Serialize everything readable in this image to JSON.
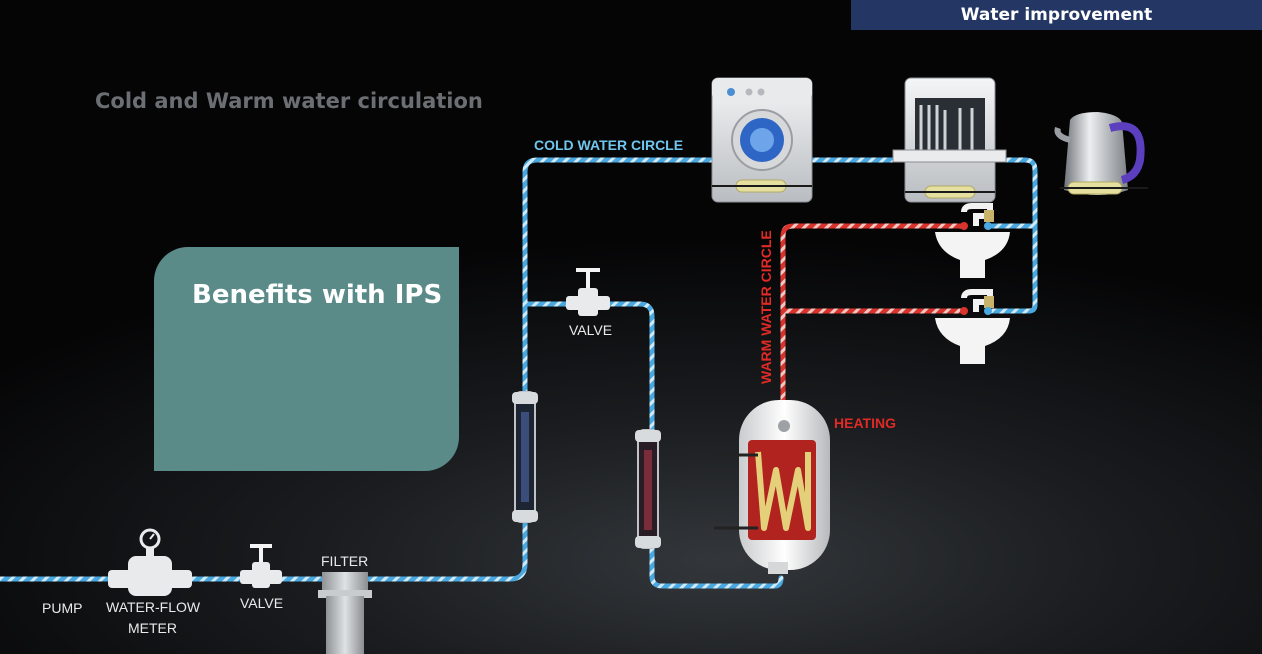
{
  "header": {
    "title": "Water improvement"
  },
  "subtitle": "Cold and Warm water circulation",
  "benefits_box": {
    "label": "Benefits with IPS"
  },
  "labels": {
    "cold_water_circle": "COLD WATER CIRCLE",
    "warm_water_circle": "WARM WATER CIRCLE",
    "valve_top": "VALVE",
    "valve_bottom": "VALVE",
    "heating": "HEATING",
    "filter": "FILTER",
    "pump": "PUMP",
    "water_flow_meter_line1": "WATER-FLOW",
    "water_flow_meter_line2": "METER"
  },
  "colors": {
    "cold_pipe": "#4aa8e0",
    "warm_pipe": "#d9332e",
    "accent_bar": "#243764",
    "benefits_box": "#5b8b89"
  },
  "icons": [
    "washing-machine-icon",
    "dishwasher-icon",
    "kettle-icon",
    "sink-icon",
    "valve-icon",
    "water-meter-icon",
    "filter-icon",
    "ips-device-icon",
    "water-heater-icon"
  ]
}
